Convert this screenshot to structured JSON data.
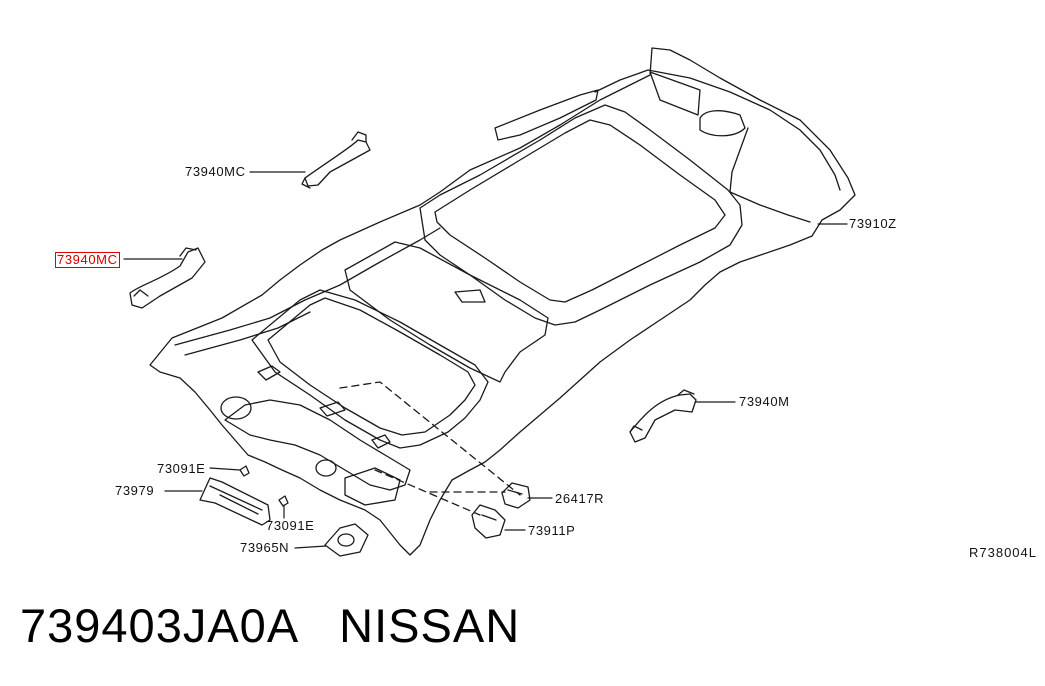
{
  "callouts": {
    "c73940mc_top": "73940MC",
    "c73940mc_sel": "73940MC",
    "c73910z": "73910Z",
    "c73940m": "73940M",
    "c73091e_a": "73091E",
    "c73979": "73979",
    "c26417r": "26417R",
    "c73091e_b": "73091E",
    "c73911p": "73911P",
    "c73965n": "73965N"
  },
  "reference_code": "R738004L",
  "footer": {
    "part_number": "739403JA0A",
    "brand": "NISSAN"
  },
  "colors": {
    "highlight": "#e00000",
    "line": "#1a1a1a"
  }
}
